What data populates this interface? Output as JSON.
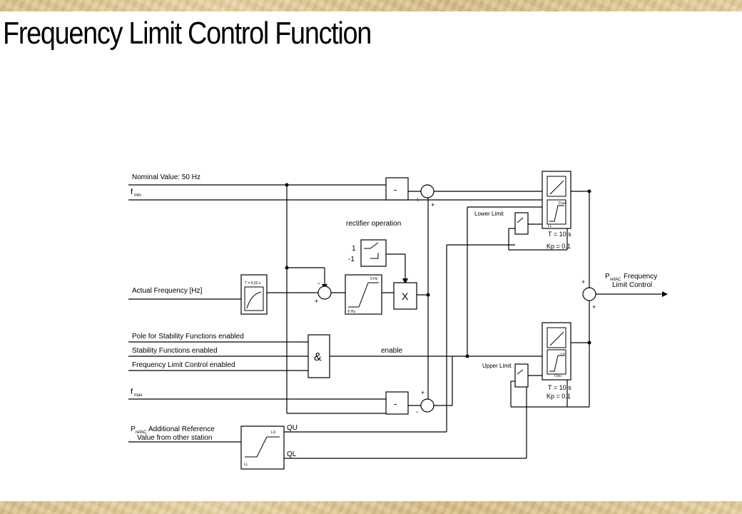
{
  "title": "Frequency Limit Control Function",
  "inputs": {
    "nominal": "Nominal Value: 50 Hz",
    "fmin_main": "f",
    "fmin_sub": "min",
    "actual": "Actual Frequency [Hz]",
    "pole": "Pole for Stability Functions enabled",
    "stab": "Stability Functions enabled",
    "flc": "Frequency Limit Control enabled",
    "fmax_main": "f",
    "fmax_sub": "max",
    "pref_main": "P",
    "pref_sub": "refAC",
    "pref_line1": " Additional Reference",
    "pref_line2": "Value from other station"
  },
  "blocks": {
    "minus": "-",
    "multiply": "X",
    "and": "&",
    "filter_T": "T = 0,02 s",
    "lim_top": "5 Hz",
    "lim_bot": "-5 Hz",
    "lu": "LU",
    "ll": "LL",
    "zero_pu": "0 pu",
    "T10": "T = 10 s",
    "kp": "Kp = 0.1"
  },
  "labels": {
    "rectifier": "rectifier operation",
    "one": "1",
    "minus_one": "-1",
    "lower_limit": "Lower Limit",
    "upper_limit": "Upper Limit",
    "enable": "enable",
    "qu": "QU",
    "ql": "QL",
    "output_main": "P",
    "output_sub": "refAC",
    "output_line1": " Frequency",
    "output_line2": "Limit Control",
    "plus": "+",
    "minus_sign": "-"
  }
}
